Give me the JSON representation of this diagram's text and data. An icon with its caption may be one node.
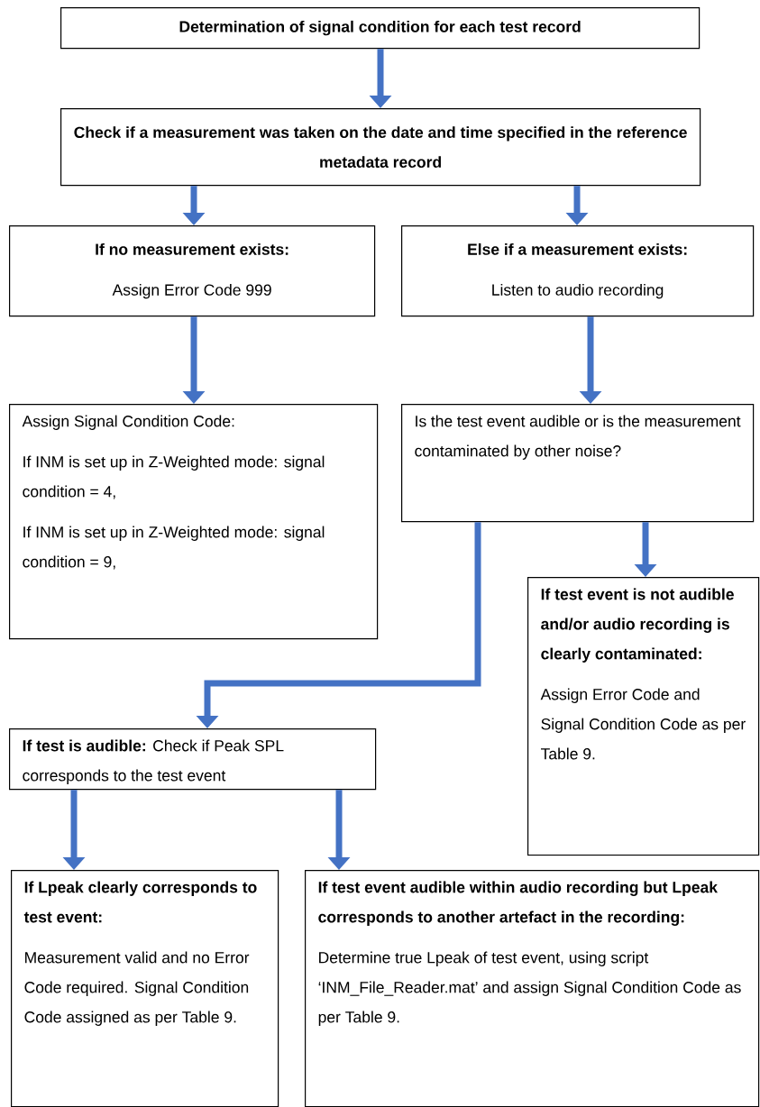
{
  "diagram": {
    "nodes": [
      {
        "text": [
          "Determination of signal condition for each test record"
        ]
      },
      {
        "text": [
          "Check if a measurement was taken on the date and time specified in the reference metadata record"
        ]
      },
      {
        "text": [
          "If no measurement exists:",
          "Assign Error Code 999"
        ]
      },
      {
        "text": [
          "Else if a measurement exists:",
          "Listen to audio recording"
        ]
      },
      {
        "text": [
          "Assign Signal Condition Code:",
          "If INM is set up in Z-Weighted mode: signal condition = 4,",
          "If INM is set up in Z-Weighted mode: signal condition = 9,"
        ]
      },
      {
        "text": [
          "Is the test event audible or is the measurement contaminated by other noise?"
        ]
      },
      {
        "text": [
          "If test event is not audible and/or audio recording is clearly contaminated:",
          "Assign Error Code and Signal Condition Code as per Table 9."
        ]
      },
      {
        "text": [
          "**If test is audible:** Check if Peak SPL corresponds to the test event"
        ]
      },
      {
        "text": [
          "If Lpeak clearly corresponds to test event:",
          "Measurement valid and no Error Code required. Signal Condition Code assigned as per Table 9."
        ]
      },
      {
        "text": [
          "If test event audible within audio recording but Lpeak corresponds to another artefact in the recording:",
          "Determine true Lpeak of test event, using script ‘INM_File_Reader.mat’ and assign Signal Condition Code as per Table 9."
        ]
      }
    ],
    "edges": [
      {
        "from": 0,
        "to": 1,
        "arrow": "to"
      },
      {
        "from": 1,
        "to": 2,
        "arrow": "to"
      },
      {
        "from": 1,
        "to": 3,
        "arrow": "to"
      },
      {
        "from": 2,
        "to": 4,
        "arrow": "to"
      },
      {
        "from": 3,
        "to": 5,
        "arrow": "to"
      },
      {
        "from": 5,
        "to": 7,
        "arrow": "to"
      },
      {
        "from": 5,
        "to": 6,
        "arrow": "to"
      },
      {
        "from": 7,
        "to": 8,
        "arrow": "to"
      },
      {
        "from": 7,
        "to": 9,
        "arrow": "to"
      }
    ]
  }
}
